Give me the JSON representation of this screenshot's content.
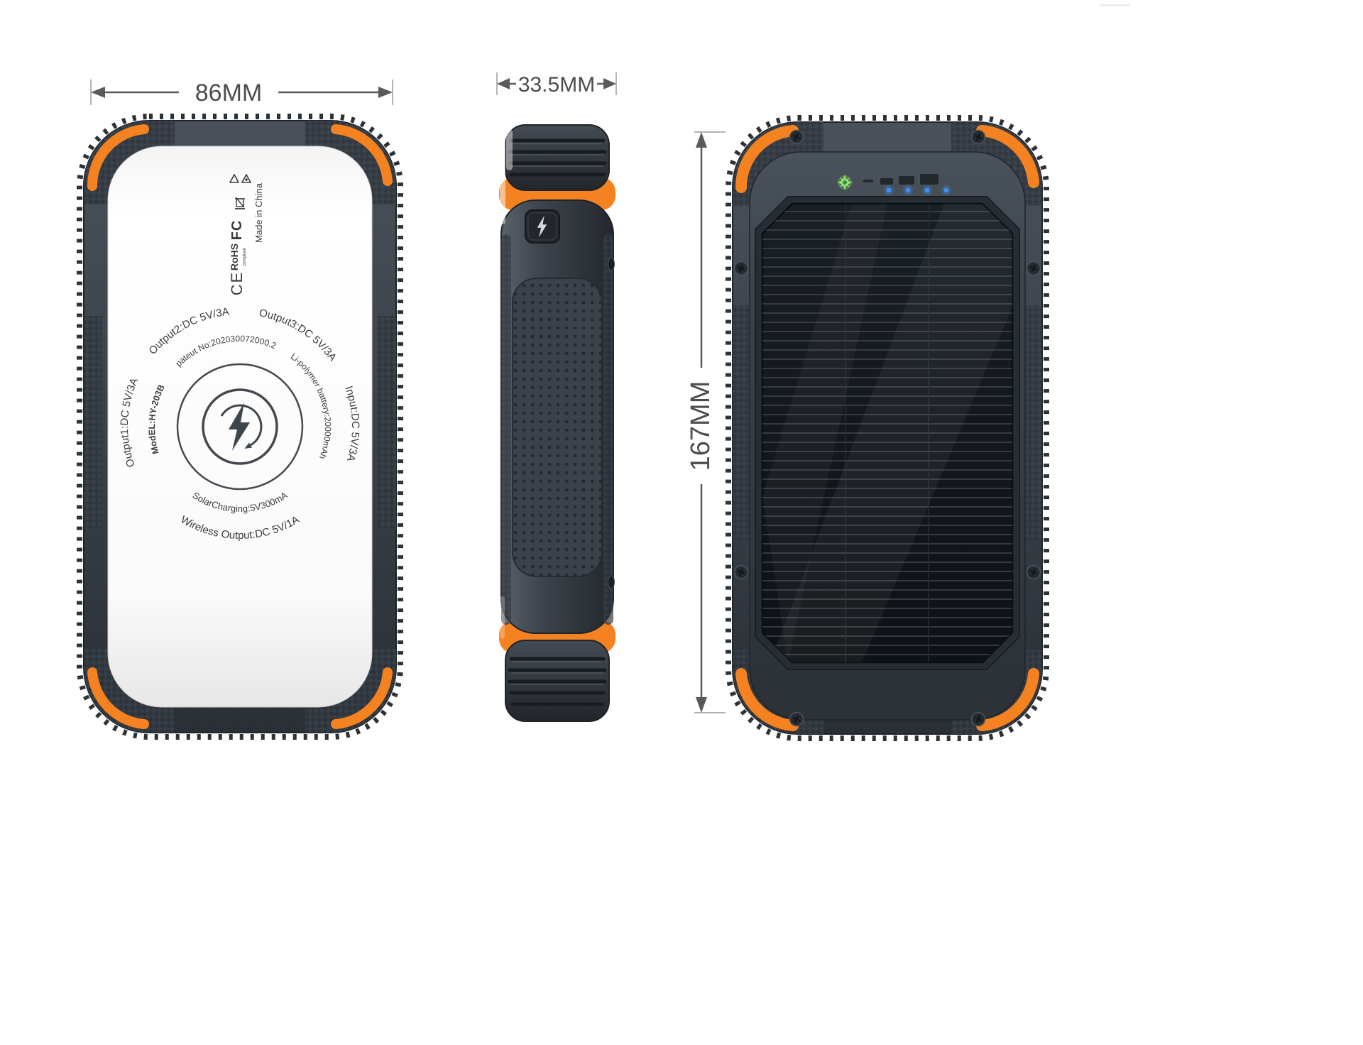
{
  "dimensions": {
    "back_width": "86MM",
    "side_thickness": "33.5MM",
    "front_height": "167MM"
  },
  "back_view": {
    "ring": {
      "output1": "Output1:DC 5V/3A",
      "output2": "Output2:DC 5V/3A",
      "output3": "Output3:DC 5V/3A",
      "input": "Input:DC 5V/3A",
      "model": "ModEL:HY-203B",
      "patent": "pateut No:202030072000.2",
      "battery": "Li-polymer battery:20000mAh",
      "wireless_output": "Wireless Output:DC 5V/1A",
      "solar_charging": "SolarCharging:5V300mA"
    },
    "marks": {
      "ce": "CE",
      "rohs": "RoHS",
      "rohs_note": "compliant",
      "fcc": "FC",
      "made_in": "Made in China"
    }
  },
  "front_view": {
    "led_dots": 4,
    "has_solar_panel": true
  },
  "icons": {
    "wireless-charging-bolt-icon": "lightning bolt in circle",
    "charge-swirl-arrow": "circular arrow around bolt",
    "recycle-icon": "triangle recycle glyph",
    "trash-crossed-icon": "crossed-out bin",
    "fcc-mark": "FC letters",
    "ce-mark": "CE letters",
    "power-button-bolt-icon": "lightning bolt",
    "green-led-icon": "green starburst LED",
    "blue-led-icon": "blue LED dot",
    "screw-icon": "phillips screw head"
  },
  "colors": {
    "accent_orange": "#f58220",
    "body_dark": "#3a4149",
    "panel_dark": "#14181d",
    "led_blue": "#3d8ef0",
    "led_green": "#6fd24e",
    "dimension_text": "#4d4d4d",
    "background": "#ffffff"
  }
}
